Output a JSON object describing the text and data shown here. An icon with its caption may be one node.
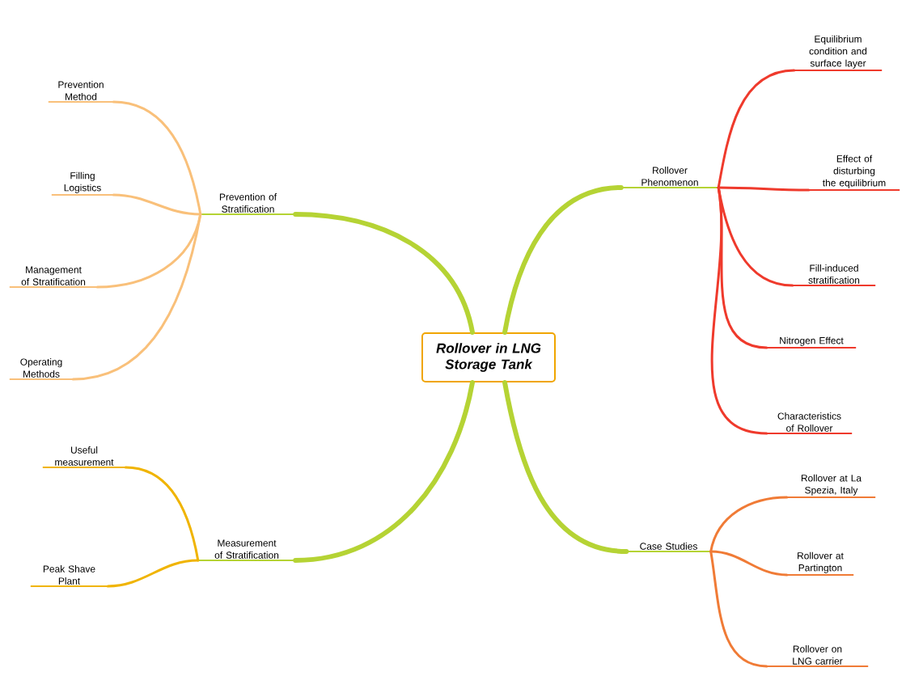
{
  "diagram": {
    "nodes": [
      {
        "text": [
          "Rollover in LNG Storage Tank"
        ]
      },
      {
        "text": [
          "Prevention of Stratification"
        ]
      },
      {
        "text": [
          "Prevention Method"
        ]
      },
      {
        "text": [
          "Filling Logistics"
        ]
      },
      {
        "text": [
          "Management of Stratification"
        ]
      },
      {
        "text": [
          "Operating Methods"
        ]
      },
      {
        "text": [
          "Measurement of Stratification"
        ]
      },
      {
        "text": [
          "Useful measurement"
        ]
      },
      {
        "text": [
          "Peak Shave Plant"
        ]
      },
      {
        "text": [
          "Rollover Phenomenon"
        ]
      },
      {
        "text": [
          "Equilibrium condition and surface layer"
        ]
      },
      {
        "text": [
          "Effect of disturbing the equilibrium"
        ]
      },
      {
        "text": [
          "Fill-induced stratification"
        ]
      },
      {
        "text": [
          "Nitrogen Effect"
        ]
      },
      {
        "text": [
          "Characteristics of Rollover"
        ]
      },
      {
        "text": [
          "Case Studies"
        ]
      },
      {
        "text": [
          "Rollover at La Spezia, Italy"
        ]
      },
      {
        "text": [
          "Rollover at Partington"
        ]
      },
      {
        "text": [
          "Rollover on LNG carrier"
        ]
      }
    ],
    "edges": [
      {
        "from": 0,
        "to": 1,
        "arrow": "none",
        "style": "thick",
        "color": "#b5d334"
      },
      {
        "from": 0,
        "to": 6,
        "arrow": "none",
        "style": "thick",
        "color": "#b5d334"
      },
      {
        "from": 0,
        "to": 9,
        "arrow": "none",
        "style": "thick",
        "color": "#b5d334"
      },
      {
        "from": 0,
        "to": 15,
        "arrow": "none",
        "style": "thick",
        "color": "#b5d334"
      },
      {
        "from": 1,
        "to": 2,
        "arrow": "none",
        "color": "#f9c07a"
      },
      {
        "from": 1,
        "to": 3,
        "arrow": "none",
        "color": "#f9c07a"
      },
      {
        "from": 1,
        "to": 4,
        "arrow": "none",
        "color": "#f9c07a"
      },
      {
        "from": 1,
        "to": 5,
        "arrow": "none",
        "color": "#f9c07a"
      },
      {
        "from": 6,
        "to": 7,
        "arrow": "none",
        "color": "#f0b400"
      },
      {
        "from": 6,
        "to": 8,
        "arrow": "none",
        "color": "#f0b400"
      },
      {
        "from": 9,
        "to": 10,
        "arrow": "none",
        "color": "#ef3a2c"
      },
      {
        "from": 9,
        "to": 11,
        "arrow": "none",
        "color": "#ef3a2c"
      },
      {
        "from": 9,
        "to": 12,
        "arrow": "none",
        "color": "#ef3a2c"
      },
      {
        "from": 9,
        "to": 13,
        "arrow": "none",
        "color": "#ef3a2c"
      },
      {
        "from": 9,
        "to": 14,
        "arrow": "none",
        "color": "#ef3a2c"
      },
      {
        "from": 15,
        "to": 16,
        "arrow": "none",
        "color": "#f07b36"
      },
      {
        "from": 15,
        "to": 17,
        "arrow": "none",
        "color": "#f07b36"
      },
      {
        "from": 15,
        "to": 18,
        "arrow": "none",
        "color": "#f07b36"
      }
    ]
  }
}
